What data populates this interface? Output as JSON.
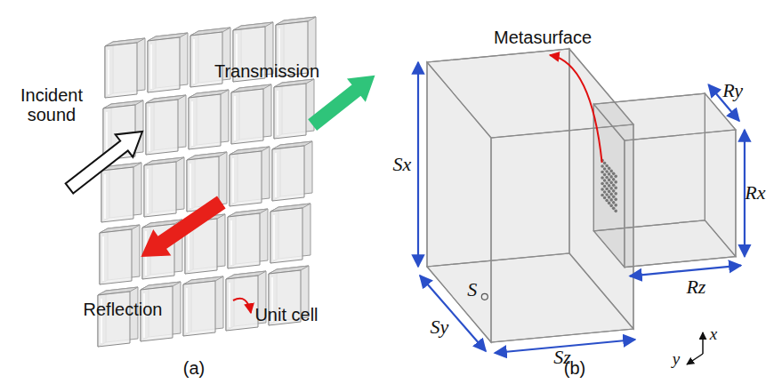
{
  "diagram": {
    "labels": [
      "Incident sound",
      "Transmission",
      "Reflection",
      "Unit cell",
      "(a)",
      "Metasurface",
      "Ry",
      "Rx",
      "Rz",
      "Sx",
      "Sy",
      "Sz",
      "S",
      "x",
      "y",
      "(b)"
    ]
  }
}
